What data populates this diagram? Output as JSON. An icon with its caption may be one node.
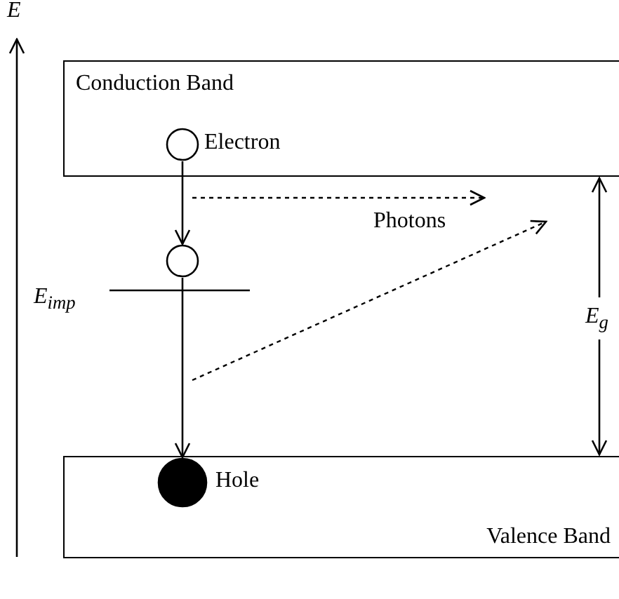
{
  "diagram": {
    "nodes": [
      {
        "text": [
          "Conduction Band"
        ]
      },
      {
        "text": [],
        "shape": "circle",
        "in": 0,
        "beside": [
          "Electron"
        ]
      },
      {
        "text": [],
        "shape": "circle"
      },
      {
        "text": [
          "Valence Band"
        ]
      },
      {
        "text": [],
        "shape": "circle",
        "in": 3,
        "beside": [
          "Hole"
        ]
      }
    ],
    "edges": [
      {
        "from": 1,
        "to": 2,
        "arrow": "to"
      },
      {
        "from": 2,
        "to": 4,
        "arrow": "to"
      }
    ],
    "labels": [
      "E",
      "Photons",
      "E$_{imp}$",
      "E$_{g}$"
    ]
  }
}
